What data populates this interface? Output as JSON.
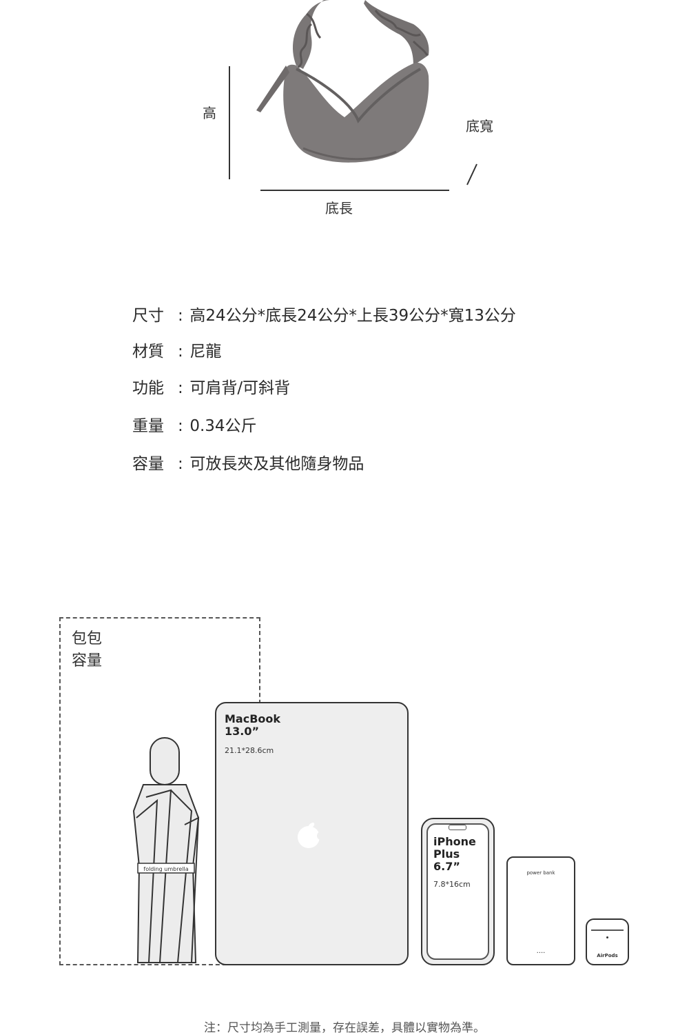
{
  "diagram": {
    "height_label": "高",
    "width_label": "底寬",
    "length_label": "底長"
  },
  "specs": [
    {
      "key": "尺寸",
      "value": "高24公分*底長24公分*上長39公分*寬13公分"
    },
    {
      "key": "材質",
      "value": "尼龍"
    },
    {
      "key": "功能",
      "value": "可肩背/可斜背"
    },
    {
      "key": "重量",
      "value": "0.34公斤"
    },
    {
      "key": "容量",
      "value": "可放長夾及其他隨身物品"
    }
  ],
  "spec_colon": ":",
  "capacity": {
    "box_label_line1": "包包",
    "box_label_line2": "容量",
    "umbrella_label": "folding umbrella",
    "macbook_title_line1": "MacBook",
    "macbook_title_line2": "13.0”",
    "macbook_size": "21.1*28.6cm",
    "iphone_title_line1": "iPhone",
    "iphone_title_line2": "Plus",
    "iphone_title_line3": "6.7”",
    "iphone_size": "7.8*16cm",
    "powerbank_label": "power bank",
    "powerbank_dots": "....",
    "airpods_label": "AirPods"
  },
  "footnote": "注：尺寸均為手工測量，存在誤差，具體以實物為準。",
  "colors": {
    "bag": "#7c7878",
    "bag_shadow": "#5e5a5a",
    "device_fill": "#eeeeee",
    "outline": "#333333"
  }
}
